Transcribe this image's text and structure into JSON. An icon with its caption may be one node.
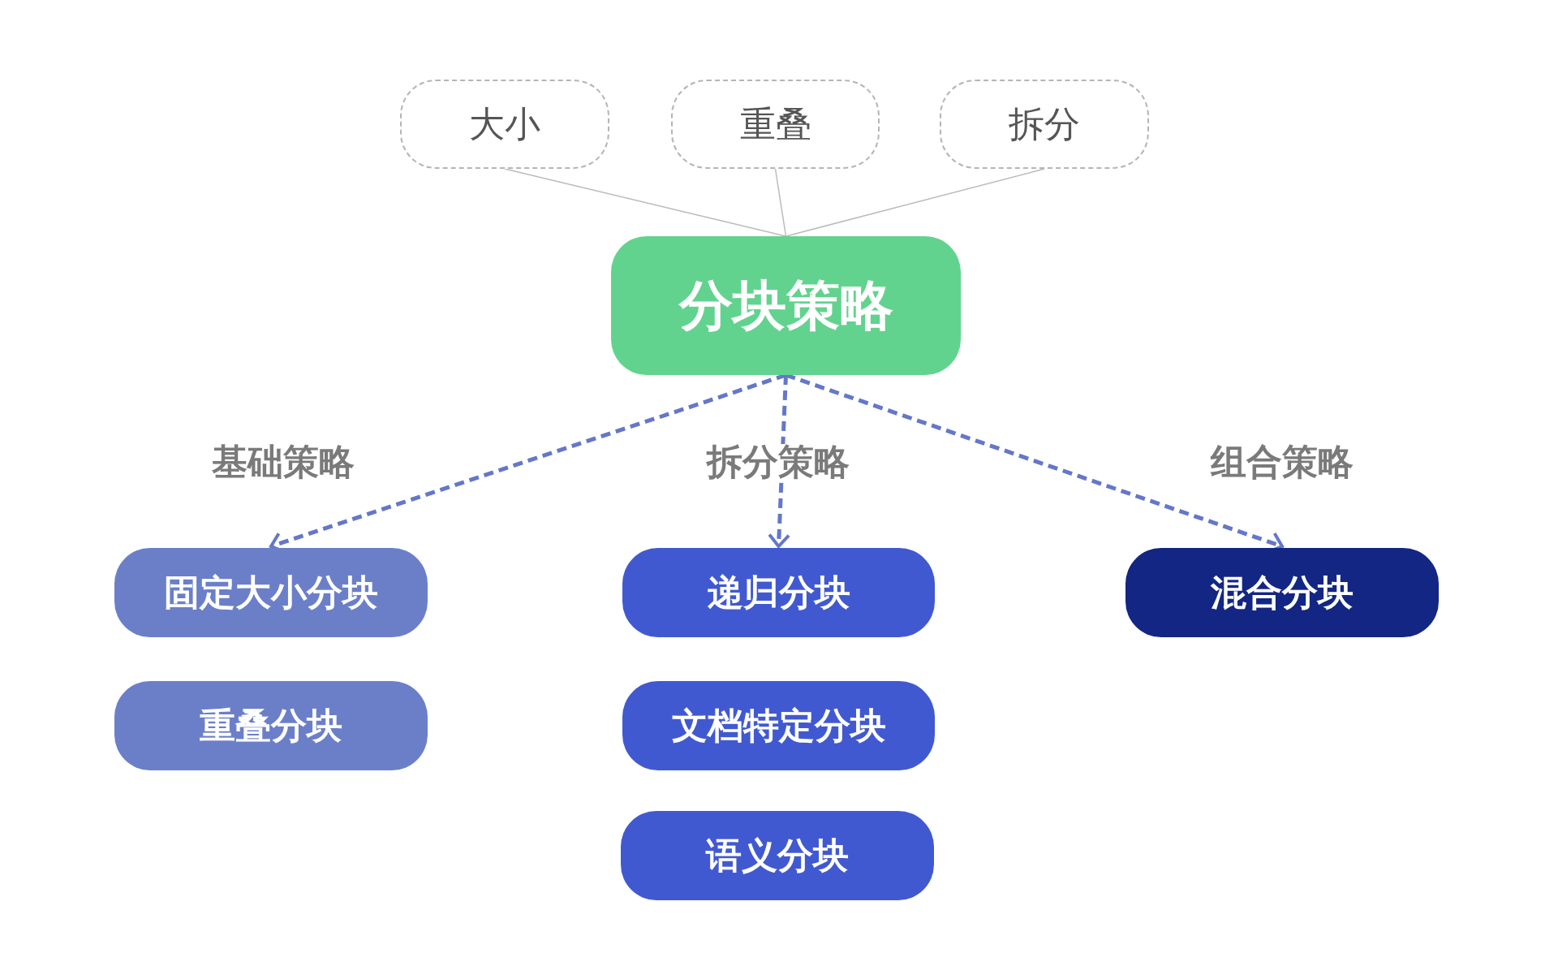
{
  "diagram": {
    "nodes": [
      {
        "text": [
          "大小"
        ]
      },
      {
        "text": [
          "重叠"
        ]
      },
      {
        "text": [
          "拆分"
        ]
      },
      {
        "text": [
          "分块策略"
        ]
      },
      {
        "text": [
          "固定大小分块"
        ]
      },
      {
        "text": [
          "递归分块"
        ]
      },
      {
        "text": [
          "混合分块"
        ]
      },
      {
        "text": [
          "重叠分块"
        ]
      },
      {
        "text": [
          "文档特定分块"
        ]
      },
      {
        "text": [
          "语义分块"
        ]
      }
    ],
    "edges": [
      {
        "from": 0,
        "to": 3,
        "arrow": "none"
      },
      {
        "from": 1,
        "to": 3,
        "arrow": "none"
      },
      {
        "from": 2,
        "to": 3,
        "arrow": "none"
      },
      {
        "from": 3,
        "to": 4,
        "arrow": "to",
        "style": "dashed",
        "color": "#6477c9",
        "label": "基础策略"
      },
      {
        "from": 3,
        "to": 5,
        "arrow": "to",
        "style": "dashed",
        "color": "#6477c9",
        "label": "拆分策略"
      },
      {
        "from": 3,
        "to": 6,
        "arrow": "to",
        "style": "dashed",
        "color": "#6477c9",
        "label": "组合策略"
      }
    ]
  }
}
